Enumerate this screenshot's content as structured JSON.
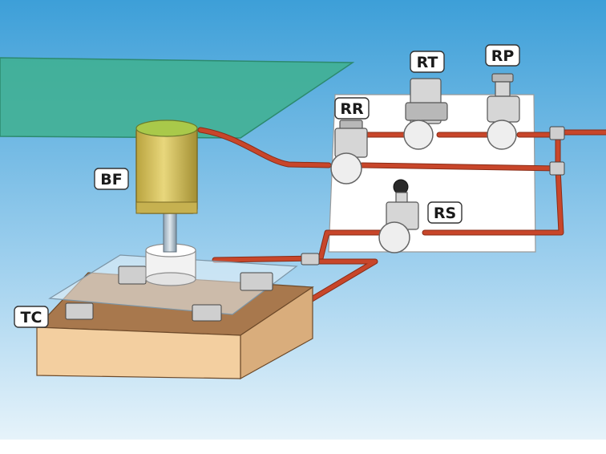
{
  "labels": {
    "rt": "RT",
    "rp": "RP",
    "rr": "RR",
    "bf": "BF",
    "rs": "RS",
    "tc": "TC"
  },
  "colors": {
    "sky_top": "#3d9fd8",
    "sky_bottom": "#e6f3fa",
    "glass_panel": "#3fb08f",
    "hose": "#c8462a",
    "motor": "#d9c566",
    "base": "#f3cfa0"
  }
}
